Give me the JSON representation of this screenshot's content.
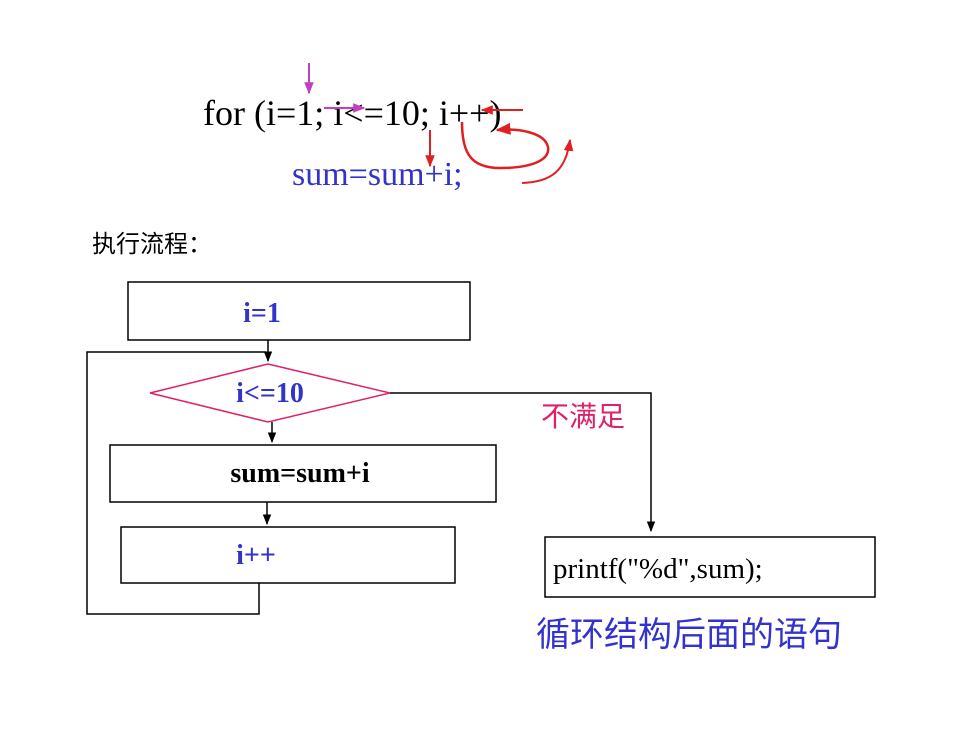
{
  "code": {
    "line1": "for (i=1; i<=10; i++)",
    "line2": "sum=sum+i;"
  },
  "section_label": "执行流程：",
  "flowchart": {
    "init": "i=1",
    "condition": "i<=10",
    "body": "sum=sum+i",
    "increment": "i++",
    "false_label": "不满足",
    "exit_statement": "printf(\"%d\",sum);",
    "exit_caption": "循环结构后面的语句"
  },
  "colors": {
    "text": "#000000",
    "code_blue": "#3333cc",
    "box_text_blue": "#3333cc",
    "diamond_border": "#e0206a",
    "false_label": "#e0206a",
    "caption_blue": "#3333cc",
    "arrow_red": "#e02020",
    "arrow_magenta": "#c040c0"
  }
}
